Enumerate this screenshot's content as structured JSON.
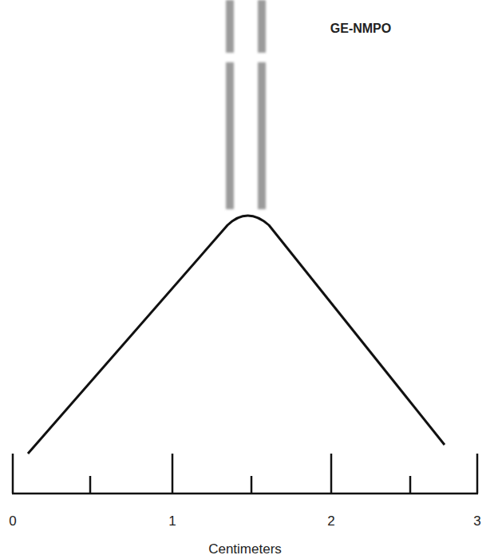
{
  "diagram": {
    "labels": [
      "GE-NMPO",
      "0",
      "1",
      "2",
      "3",
      "Centimeters"
    ]
  }
}
